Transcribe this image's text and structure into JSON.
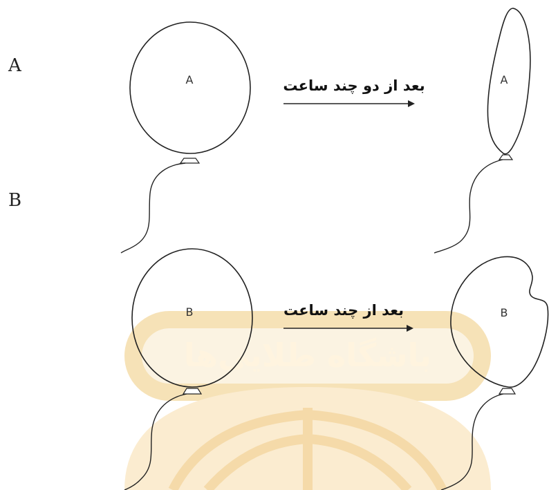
{
  "row_labels": {
    "a": "A",
    "b": "B"
  },
  "balloon_a": {
    "before_label": "A",
    "after_label": "A"
  },
  "balloon_b": {
    "before_label": "B",
    "after_label": "B"
  },
  "arrows": {
    "top": {
      "text": "بعد از دو چند ساعت"
    },
    "bottom": {
      "text": "بعد از چند ساعت"
    }
  },
  "watermark": {
    "text": "باشگاه طلایی‌ها"
  },
  "colors": {
    "ink": "#222222",
    "watermark_band": "#f3d9a8",
    "watermark_fill": "#fdf2e0"
  }
}
